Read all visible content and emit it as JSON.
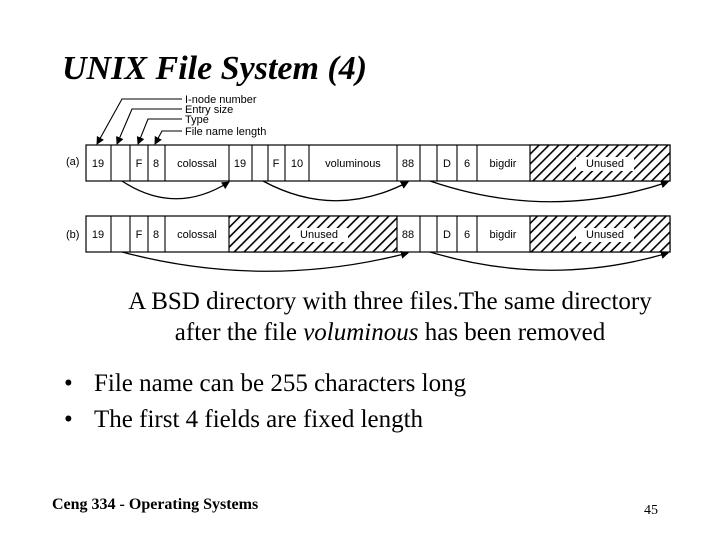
{
  "slide": {
    "title": "UNIX File System (4)",
    "caption_line1": "A BSD directory with three files.The same directory",
    "caption_line2_pre": "after the file ",
    "caption_line2_em": "voluminous",
    "caption_line2_post": " has been removed",
    "bullets": [
      "File name can be 255 characters long",
      "The first 4 fields are fixed length"
    ],
    "footer": "Ceng 334 - Operating Systems",
    "page_number": "45"
  },
  "figure": {
    "labels": [
      "I-node number",
      "Entry size",
      "Type",
      "File name length"
    ],
    "row_a": {
      "tag": "(a)",
      "cells": [
        "19",
        "",
        "F",
        "8",
        "colossal",
        "19",
        "",
        "F",
        "10",
        "voluminous",
        "88",
        "",
        "D",
        "6",
        "bigdir",
        "Unused"
      ]
    },
    "row_b": {
      "tag": "(b)",
      "cells": [
        "19",
        "",
        "F",
        "8",
        "colossal",
        "Unused",
        "88",
        "",
        "D",
        "6",
        "bigdir",
        "Unused"
      ]
    }
  }
}
